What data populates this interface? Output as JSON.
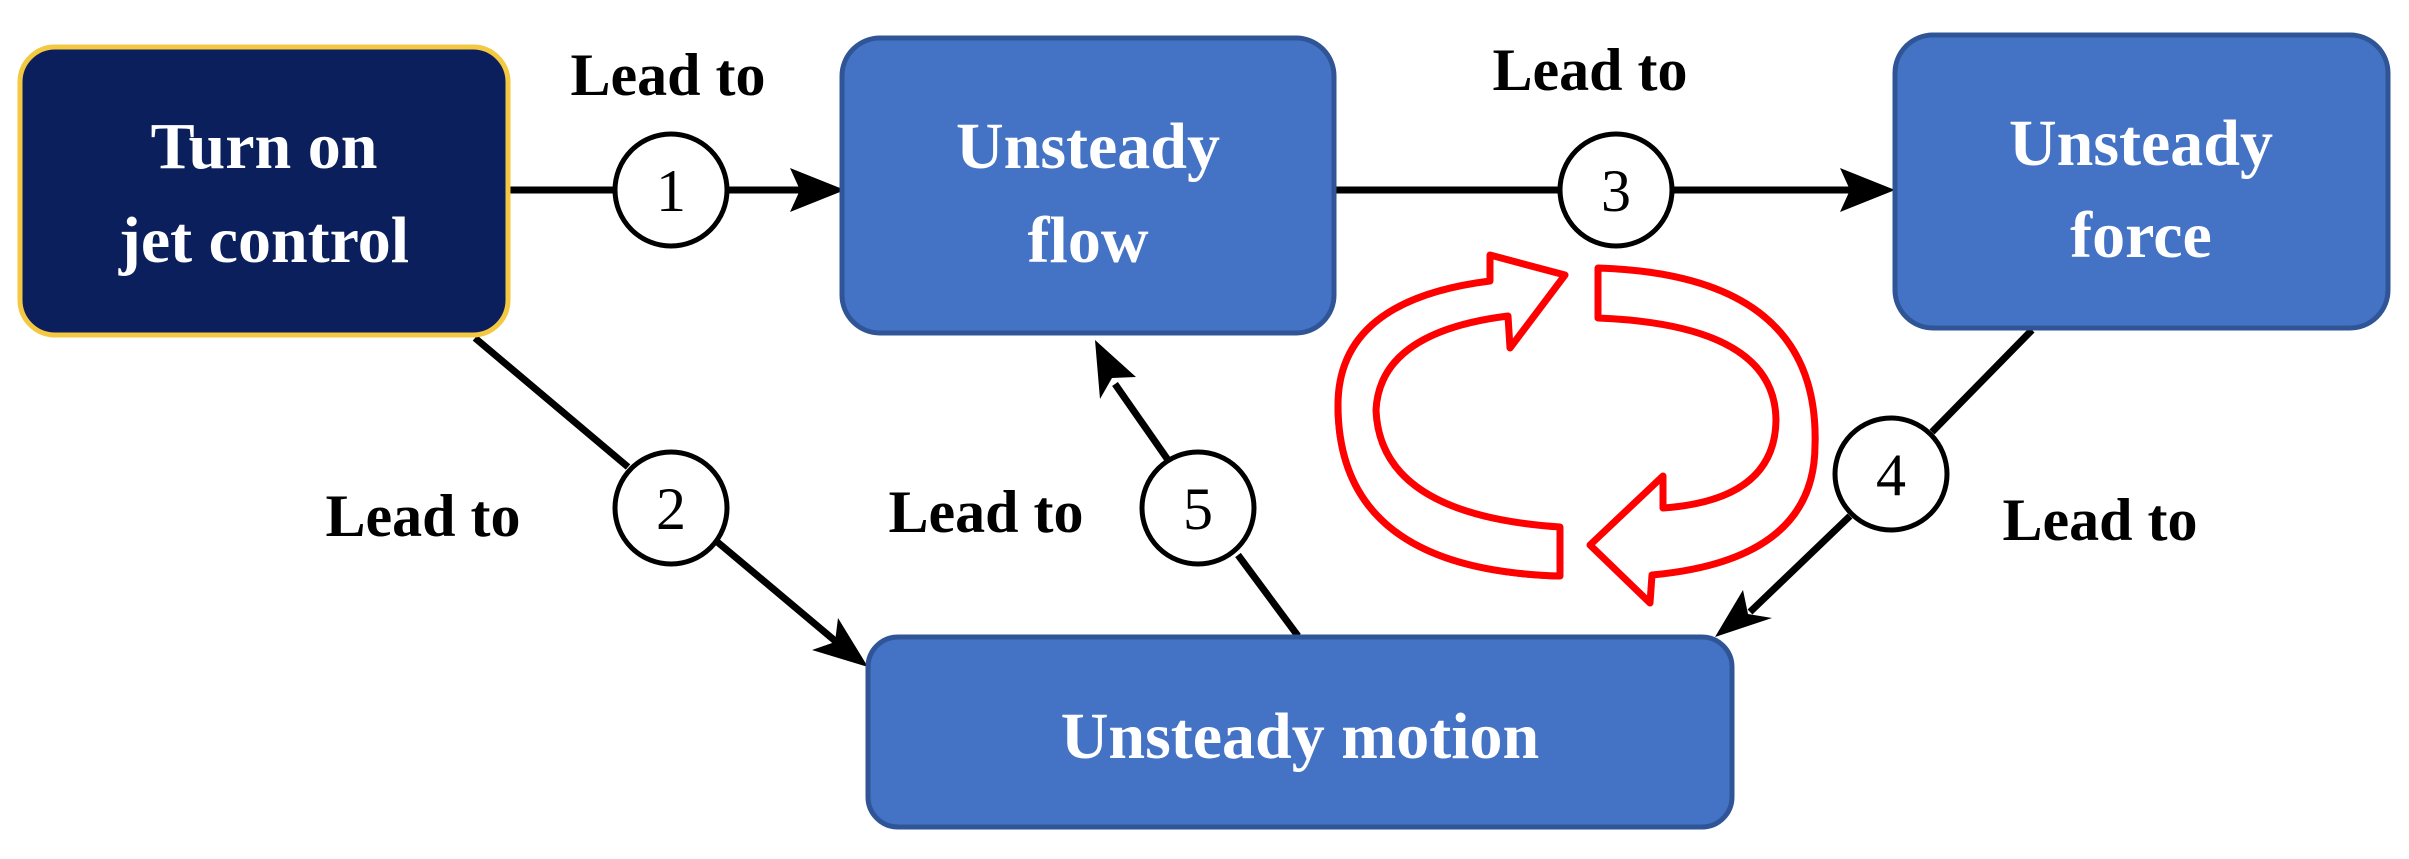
{
  "nodes": {
    "jet_control": {
      "lines": [
        "Turn on",
        "jet control"
      ]
    },
    "unsteady_flow": {
      "lines": [
        "Unsteady",
        "flow"
      ]
    },
    "unsteady_force": {
      "lines": [
        "Unsteady",
        "force"
      ]
    },
    "unsteady_motion": {
      "lines": [
        "Unsteady motion"
      ]
    }
  },
  "edges": [
    {
      "step": "1",
      "label": "Lead to"
    },
    {
      "step": "2",
      "label": "Lead to"
    },
    {
      "step": "3",
      "label": "Lead to"
    },
    {
      "step": "4",
      "label": "Lead to"
    },
    {
      "step": "5",
      "label": "Lead to"
    }
  ],
  "colors": {
    "dark_node_fill": "#0b1f5c",
    "dark_node_border": "#f5c842",
    "node_fill": "#4472c4",
    "node_border": "#2f5597",
    "cycle_arrow": "#ff0000",
    "line": "#000000"
  },
  "icons": {
    "cycle": "circular-feedback-arrows-icon"
  }
}
